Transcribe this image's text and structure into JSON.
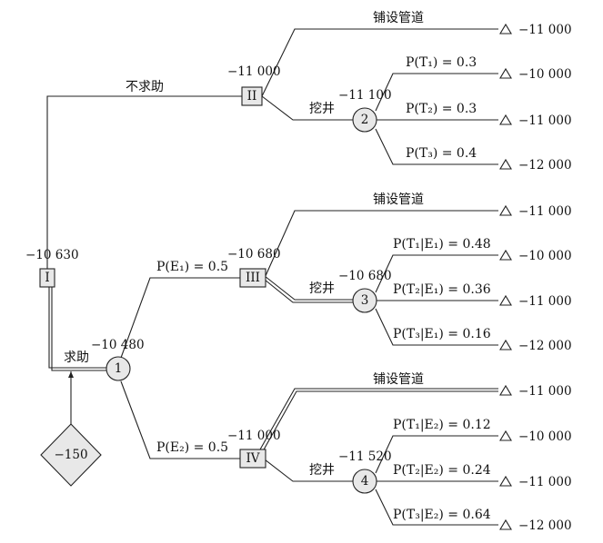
{
  "decision_nodes": {
    "I": {
      "label": "I",
      "ev": "−10 630"
    },
    "II": {
      "label": "II",
      "ev": "−11 000"
    },
    "III": {
      "label": "III",
      "ev": "−10 680"
    },
    "IV": {
      "label": "IV",
      "ev": "−11 000"
    }
  },
  "chance_nodes": {
    "n1": {
      "label": "1",
      "ev": "−10 480"
    },
    "n2": {
      "label": "2",
      "ev": "−11 100"
    },
    "n3": {
      "label": "3",
      "ev": "−10 680"
    },
    "n4": {
      "label": "4",
      "ev": "−11 520"
    }
  },
  "cost_node": {
    "value": "−150"
  },
  "branches": {
    "no_help": "不求助",
    "help": "求助",
    "pipe": "铺设管道",
    "well": "挖井",
    "pE1": "P(E₁) = 0.5",
    "pE2": "P(E₂) = 0.5",
    "t_no_help": [
      "P(T₁) = 0.3",
      "P(T₂) = 0.3",
      "P(T₃) = 0.4"
    ],
    "t_e1": [
      "P(T₁|E₁) = 0.48",
      "P(T₂|E₁) = 0.36",
      "P(T₃|E₁) = 0.16"
    ],
    "t_e2": [
      "P(T₁|E₂) = 0.12",
      "P(T₂|E₂) = 0.24",
      "P(T₃|E₂) = 0.64"
    ]
  },
  "payoffs": {
    "top": [
      "−11 000",
      "−10 000",
      "−11 000",
      "−12 000"
    ],
    "mid": [
      "−11 000",
      "−10 000",
      "−11 000",
      "−12 000"
    ],
    "bot": [
      "−11 000",
      "−10 000",
      "−11 000",
      "−12 000"
    ]
  },
  "colors": {
    "node_fill": "#e8e8e8",
    "line": "#222222"
  }
}
